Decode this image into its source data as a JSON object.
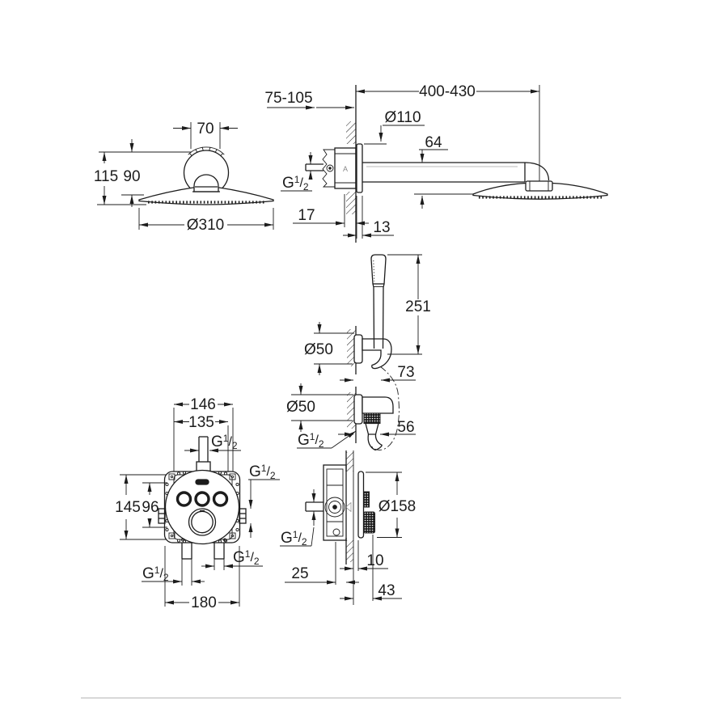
{
  "page": {
    "background": "#ffffff"
  },
  "drawing_type": "technical-dimension-drawing",
  "style": {
    "line_color": "#1c1c1c",
    "footer_rule_color": "#d8d8d8"
  },
  "labels": {
    "g_half": {
      "g": "G",
      "sup": "1",
      "slash": "/",
      "sub": "2"
    },
    "marker_a": "A",
    "d70": "70",
    "d115": "115",
    "d90": "90",
    "d310": "Ø310",
    "d75_105": "75-105",
    "d400_430": "400-430",
    "d110": "Ø110",
    "d64": "64",
    "d17": "17",
    "d13": "13",
    "d251": "251",
    "d50_holder": "Ø50",
    "d73": "73",
    "d50_outlet": "Ø50",
    "d56": "56",
    "d146": "146",
    "d135": "135",
    "d145": "145",
    "d96": "96",
    "d180": "180",
    "d158": "Ø158",
    "d25": "25",
    "d10": "10",
    "d43": "43"
  }
}
